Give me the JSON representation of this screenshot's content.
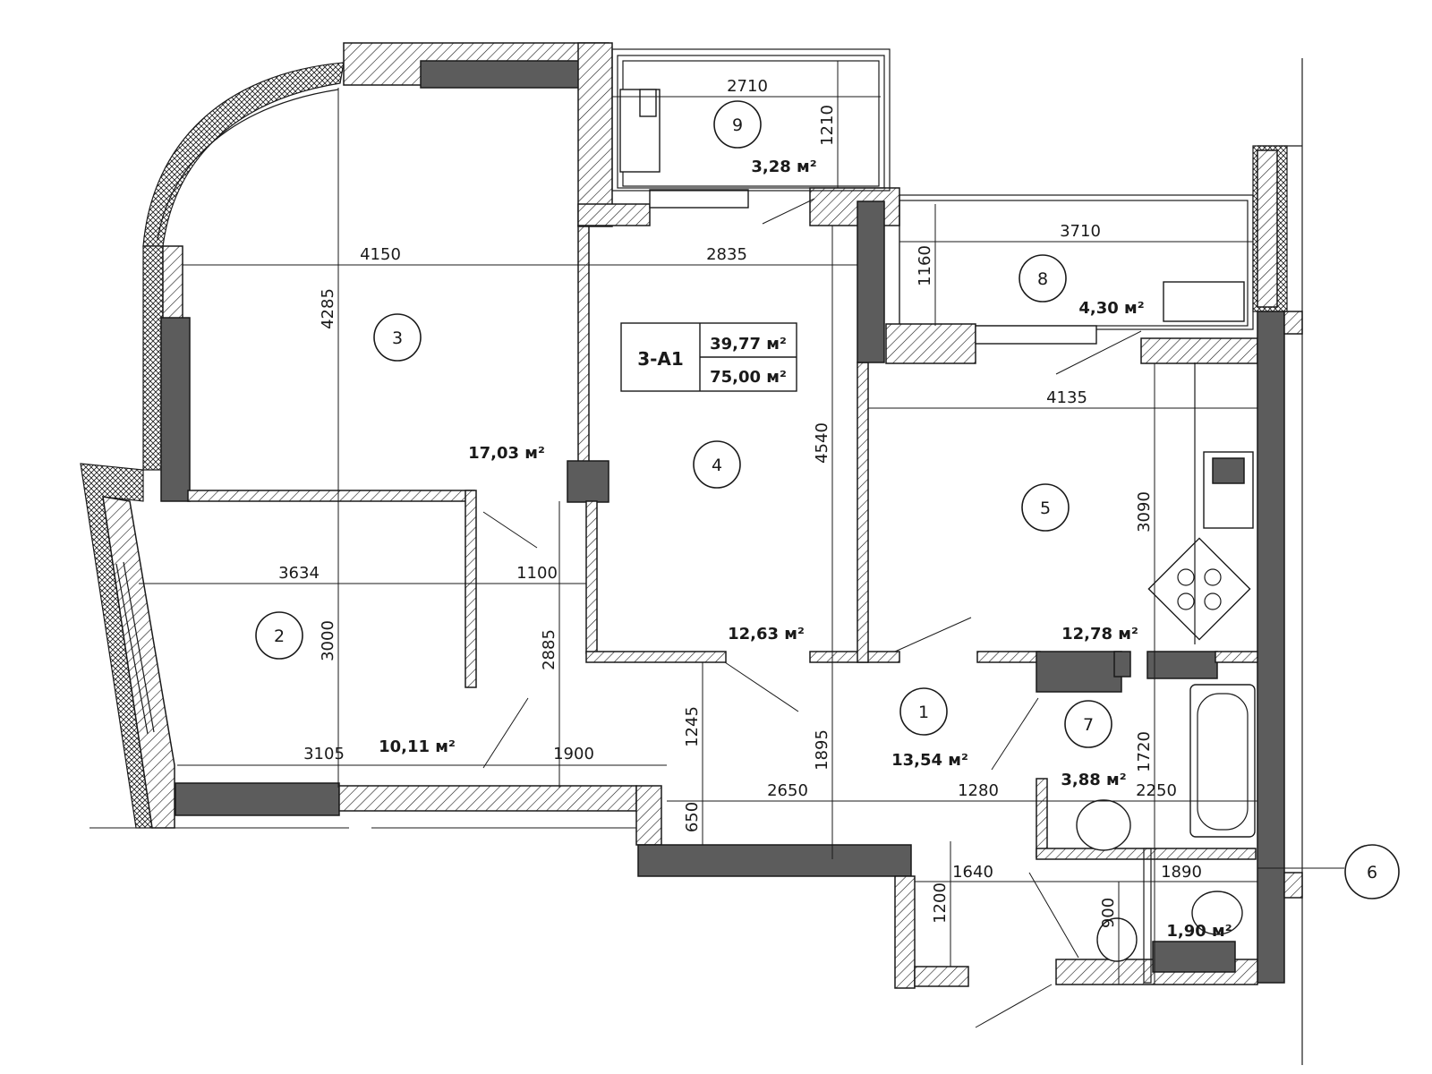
{
  "plan": {
    "code": "3-A1",
    "living_area": "39,77 м²",
    "total_area": "75,00 м²"
  },
  "rooms": [
    {
      "num": "1",
      "area": "13,54 м²"
    },
    {
      "num": "2",
      "area": "10,11 м²"
    },
    {
      "num": "3",
      "area": "17,03 м²"
    },
    {
      "num": "4",
      "area": "12,63 м²"
    },
    {
      "num": "5",
      "area": "12,78 м²"
    },
    {
      "num": "7",
      "area": "3,88 м²"
    },
    {
      "num": "8",
      "area": "4,30 м²"
    },
    {
      "num": "9",
      "area": "3,28 м²"
    },
    {
      "area": "1,90 м²"
    }
  ],
  "axis": {
    "label": "6"
  },
  "dims": {
    "d2710": "2710",
    "d1210": "1210",
    "d4150": "4150",
    "d4285": "4285",
    "d2835": "2835",
    "d3710": "3710",
    "d1160": "1160",
    "d4540": "4540",
    "d4135": "4135",
    "d3090": "3090",
    "d3634": "3634",
    "d1100": "1100",
    "d3000": "3000",
    "d2885": "2885",
    "d3105": "3105",
    "d1900": "1900",
    "d1245": "1245",
    "d1895": "1895",
    "d650": "650",
    "d2650": "2650",
    "d1280": "1280",
    "d2250": "2250",
    "d1720": "1720",
    "d1640": "1640",
    "d1890": "1890",
    "d1200": "1200",
    "d900": "900"
  }
}
